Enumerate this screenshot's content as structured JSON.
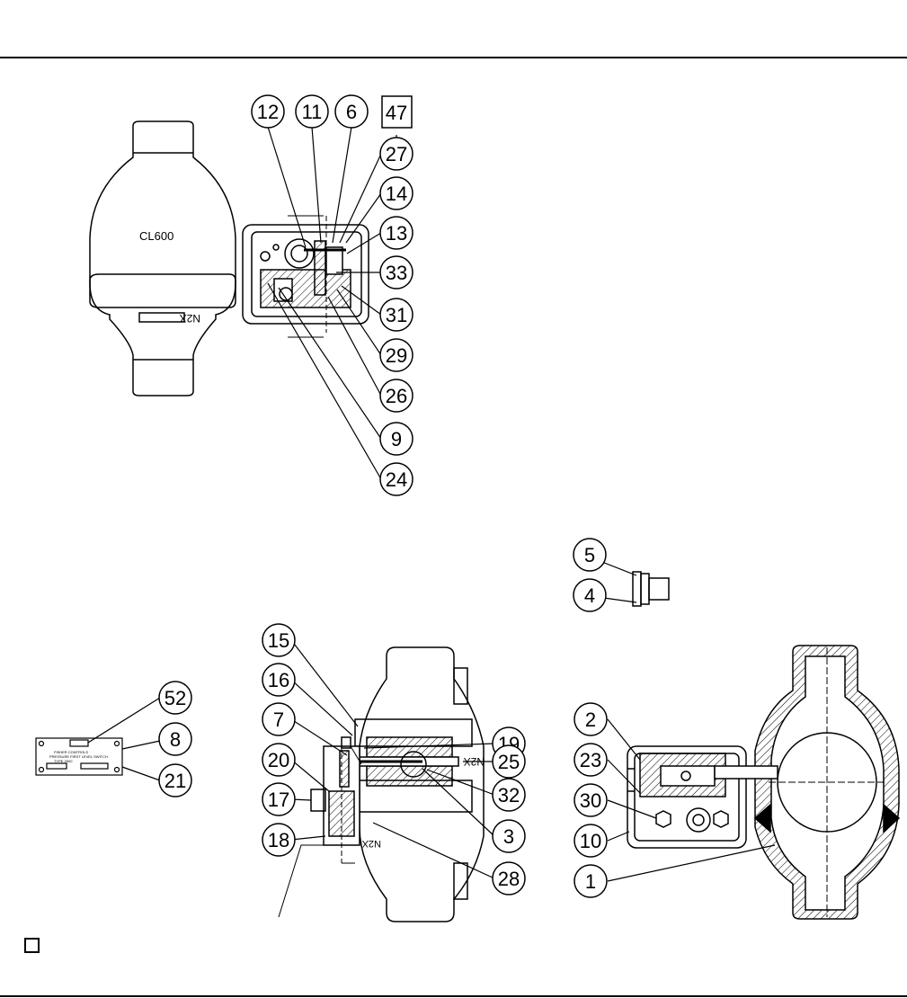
{
  "header": {
    "title": ""
  },
  "top_view": {
    "body_text": "CL600",
    "arrow_mark": "N2X",
    "callouts": [
      "12",
      "11",
      "6",
      "47",
      "27",
      "14",
      "13",
      "33",
      "31",
      "29",
      "26",
      "9",
      "24"
    ]
  },
  "plug_view": {
    "callouts": [
      "5",
      "4"
    ]
  },
  "nameplate_view": {
    "callouts": [
      "52",
      "8",
      "21"
    ],
    "plate_lines": [
      "FISHER CONTROLS",
      "PRESSURE FIRST LEVEL SWITCH",
      "TYPE 2500"
    ]
  },
  "section_view": {
    "arrow_mark": "N2X",
    "callouts": [
      "15",
      "16",
      "7",
      "20",
      "17",
      "18",
      "19",
      "25",
      "32",
      "3",
      "28"
    ]
  },
  "side_view": {
    "callouts": [
      "2",
      "23",
      "30",
      "10",
      "1"
    ]
  },
  "footer": {
    "legend_marker": ""
  }
}
